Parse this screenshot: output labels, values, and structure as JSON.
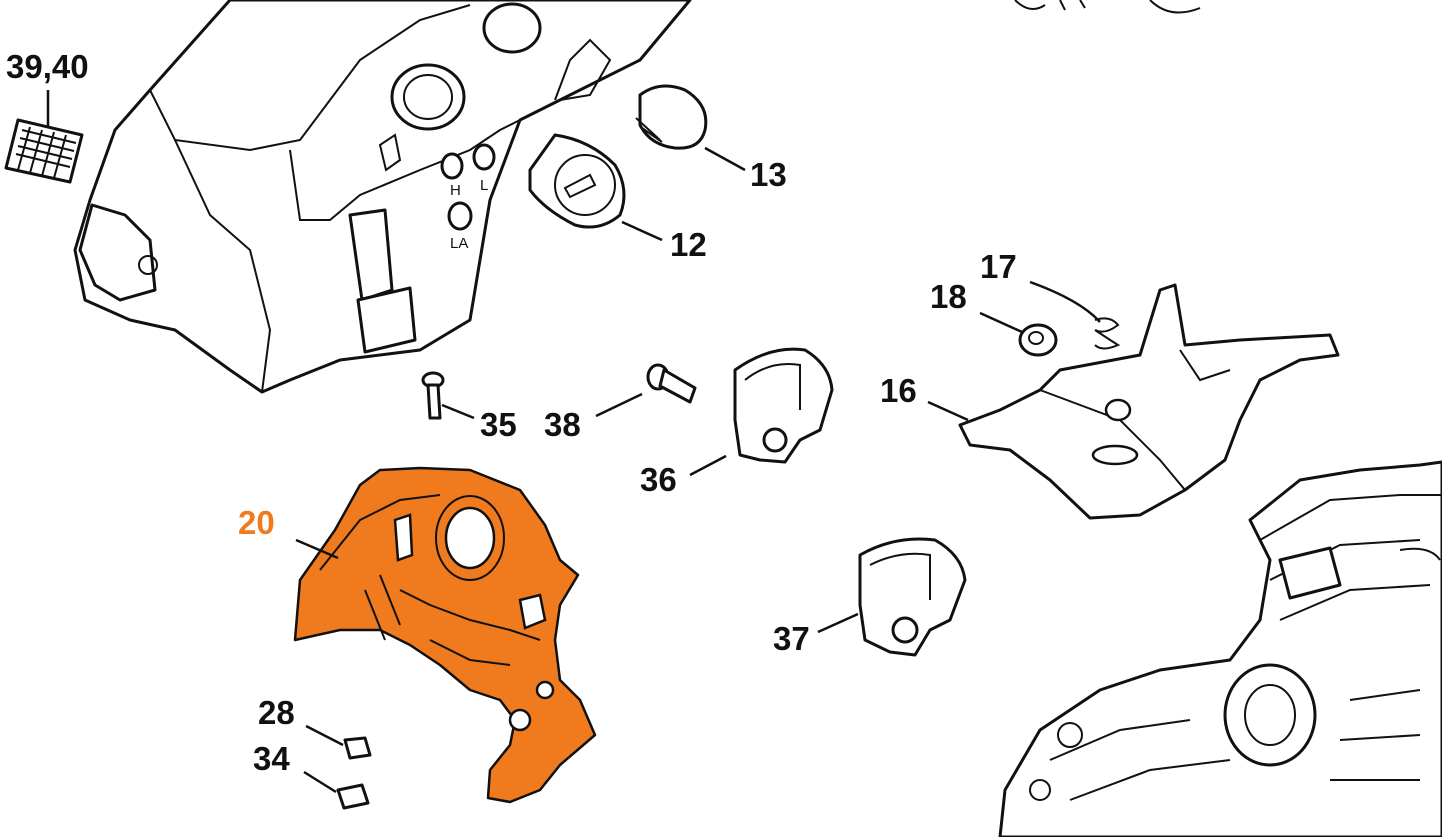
{
  "highlight_color": "#f07a1e",
  "line_color": "#111111",
  "background": "#ffffff",
  "active_part": "20",
  "callouts": {
    "p39_40": "39,40",
    "p13": "13",
    "p12": "12",
    "p17": "17",
    "p18": "18",
    "p16": "16",
    "p35": "35",
    "p38": "38",
    "p36": "36",
    "p20": "20",
    "p37": "37",
    "p28": "28",
    "p34": "34"
  },
  "control_labels": {
    "h": "H",
    "l": "L",
    "la": "LA"
  }
}
